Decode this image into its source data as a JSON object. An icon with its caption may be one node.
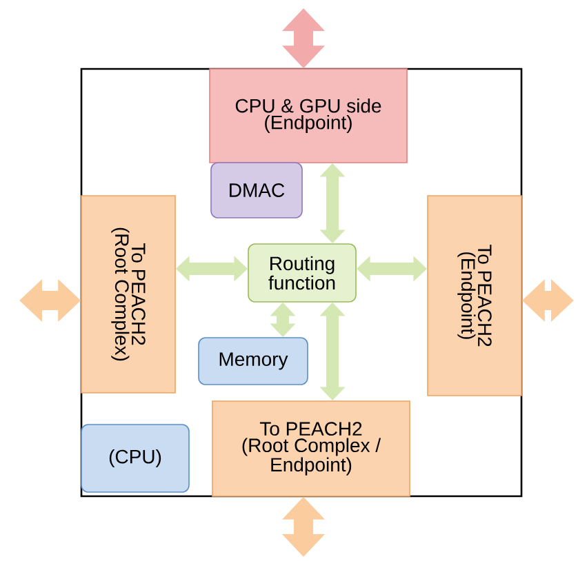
{
  "diagram": {
    "nodes": [
      {
        "text": [],
        "shape": "box"
      },
      {
        "text": [
          "CPU & GPU side (Endpoint)"
        ],
        "in": 0
      },
      {
        "text": [
          "DMAC"
        ],
        "in": 0
      },
      {
        "text": [
          "To PEACH2 (Root Complex)"
        ],
        "in": 0
      },
      {
        "text": [
          "Routing function"
        ],
        "in": 0
      },
      {
        "text": [
          "To PEACH2 (Endpoint)"
        ],
        "in": 0
      },
      {
        "text": [
          "Memory"
        ],
        "in": 0
      },
      {
        "text": [
          "To PEACH2 (Root Complex / Endpoint)"
        ],
        "in": 0
      },
      {
        "text": [
          "(CPU)"
        ],
        "in": 0
      }
    ],
    "edges": [
      {
        "from": null,
        "to": 1,
        "arrow": "both",
        "color": "#f2aaaa"
      },
      {
        "from": 1,
        "to": 4,
        "arrow": "both"
      },
      {
        "from": 3,
        "to": 4,
        "arrow": "both"
      },
      {
        "from": 4,
        "to": 5,
        "arrow": "both"
      },
      {
        "from": null,
        "to": 3,
        "arrow": "both",
        "color": "#fbcc9e"
      },
      {
        "from": 5,
        "to": null,
        "arrow": "both",
        "color": "#fbcc9e"
      },
      {
        "from": 4,
        "to": 6,
        "arrow": "both"
      },
      {
        "from": 4,
        "to": 7,
        "arrow": "both"
      },
      {
        "from": 7,
        "to": null,
        "arrow": "both",
        "color": "#fbcc9e"
      }
    ]
  }
}
